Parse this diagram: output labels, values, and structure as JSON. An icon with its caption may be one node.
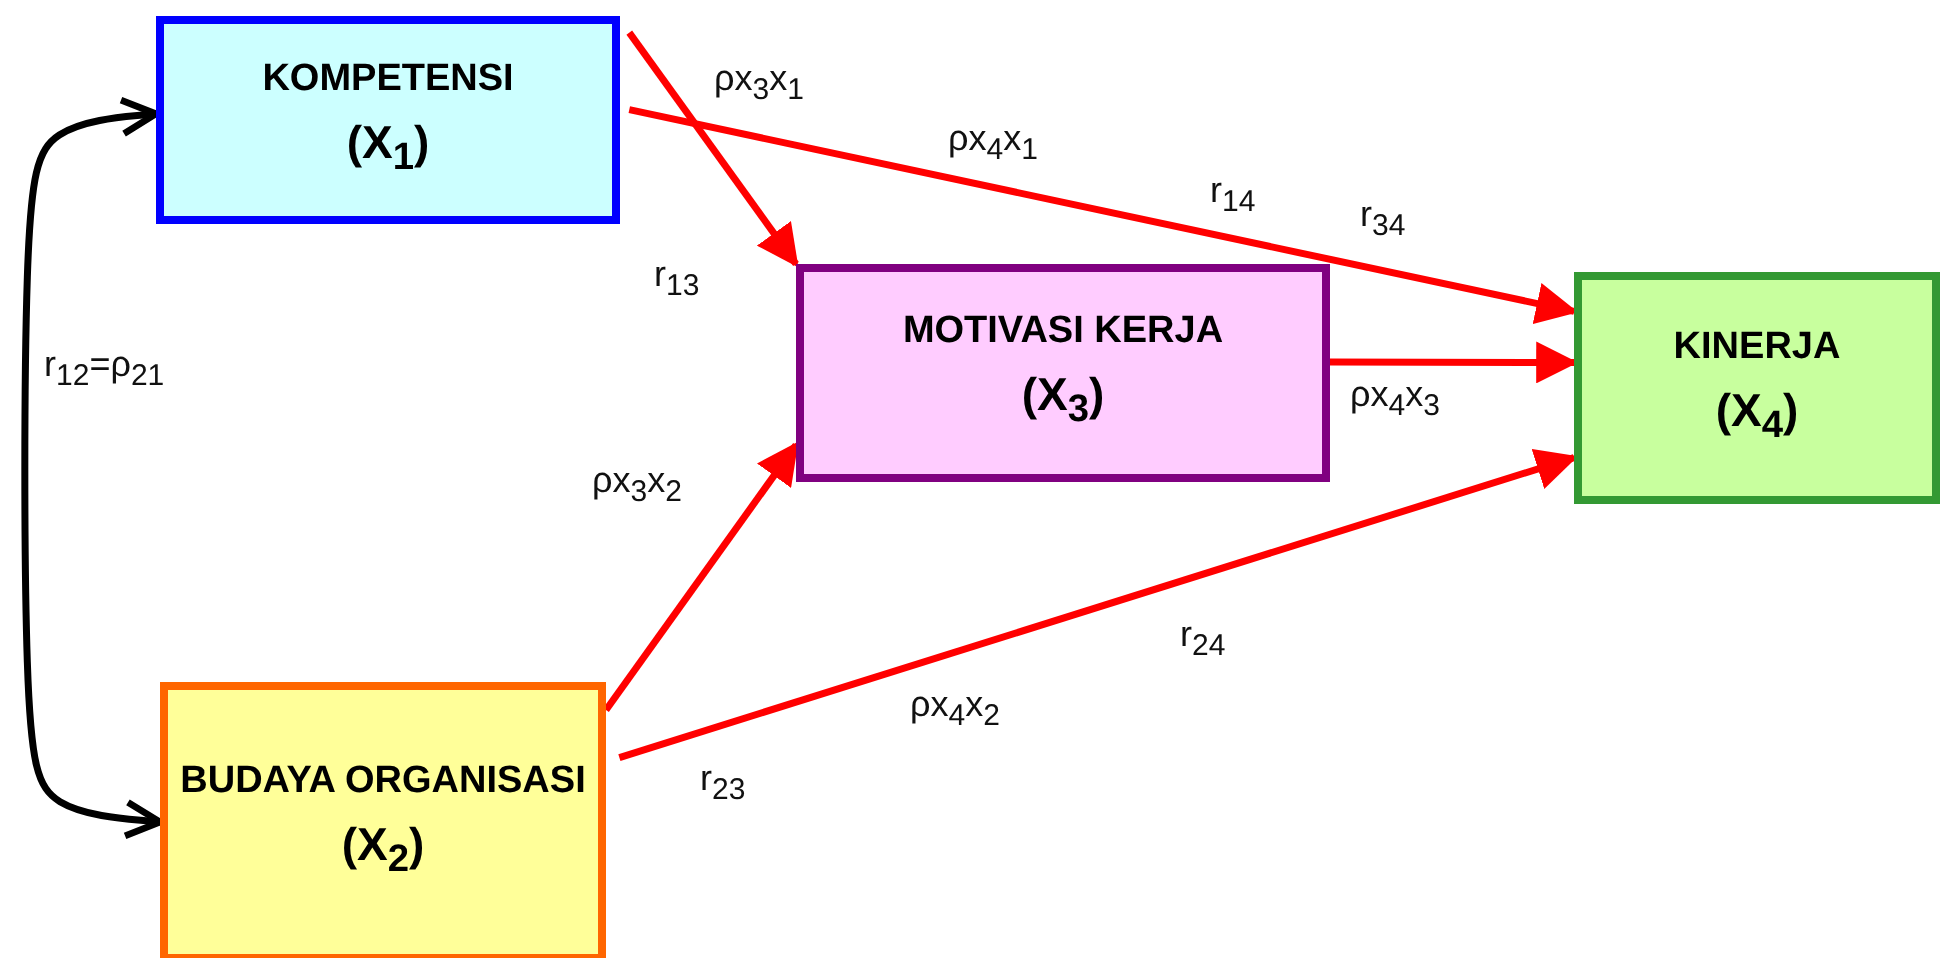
{
  "diagram": {
    "nodes": [
      {
        "text": [
          "KOMPETENSI",
          "(X$_{1}$)"
        ]
      },
      {
        "text": [
          "BUDAYA ORGANISASI",
          "(X$_{2}$)"
        ]
      },
      {
        "text": [
          "MOTIVASI KERJA",
          "(X$_{3}$)"
        ]
      },
      {
        "text": [
          "KINERJA",
          "(X$_{4}$)"
        ]
      }
    ],
    "edges": [
      {
        "from": 0,
        "to": 2,
        "arrow": "to"
      },
      {
        "from": 0,
        "to": 3,
        "arrow": "to"
      },
      {
        "from": 2,
        "to": 3,
        "arrow": "to"
      },
      {
        "from": 1,
        "to": 2,
        "arrow": "to"
      },
      {
        "from": 1,
        "to": 3,
        "arrow": "to"
      },
      {
        "from": 0,
        "to": 1,
        "arrow": "both",
        "color": "#000000"
      }
    ],
    "labels": [
      "ρx$_{3}$x$_{1}$",
      "ρx$_{4}$x$_{1}$",
      "r$_{14}$",
      "r$_{34}$",
      "r$_{13}$",
      "r$_{12}$=ρ$_{21}$",
      "ρx$_{4}$x$_{3}$",
      "ρx$_{3}$x$_{2}$",
      "r$_{24}$",
      "ρx$_{4}$x$_{2}$",
      "r$_{23}$"
    ]
  }
}
